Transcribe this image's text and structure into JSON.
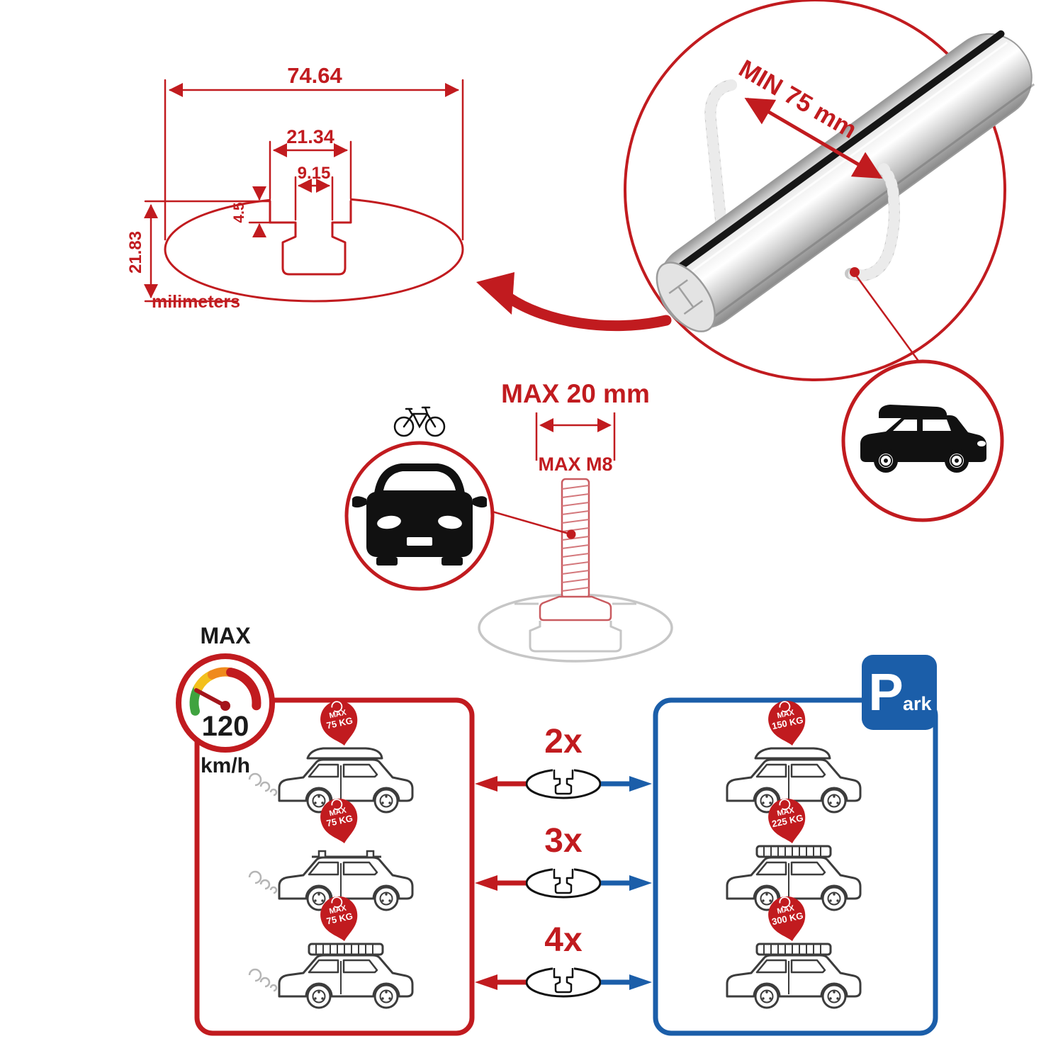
{
  "colors": {
    "red": "#c11b1f",
    "blue": "#1b5ea9",
    "dark": "#1a1a1a",
    "ghost_grey": "#c9c9c9"
  },
  "profile_dimensions": {
    "total_width": "74.64",
    "slot_outer_width": "21.34",
    "slot_inner_width": "9.15",
    "lip_height": "4.5",
    "total_height": "21.83",
    "units_label": "milimeters"
  },
  "crossbar_detail": {
    "min_span_label": "MIN 75 mm"
  },
  "bolt_detail": {
    "max_width_label": "MAX 20 mm",
    "max_thread_label": "MAX M8"
  },
  "speed_gauge": {
    "title": "MAX",
    "value": "120",
    "unit": "km/h"
  },
  "parking_sign": {
    "letter": "P",
    "suffix": "ark"
  },
  "multipliers": [
    "2x",
    "3x",
    "4x"
  ],
  "left_panel": {
    "cars": [
      {
        "tag_title": "MAX",
        "tag_weight": "75 KG"
      },
      {
        "tag_title": "MAX",
        "tag_weight": "75 KG"
      },
      {
        "tag_title": "MAX",
        "tag_weight": "75 KG"
      }
    ]
  },
  "right_panel": {
    "cars": [
      {
        "tag_title": "MAX",
        "tag_weight": "150 KG"
      },
      {
        "tag_title": "MAX",
        "tag_weight": "225 KG"
      },
      {
        "tag_title": "MAX",
        "tag_weight": "300 KG"
      }
    ]
  }
}
